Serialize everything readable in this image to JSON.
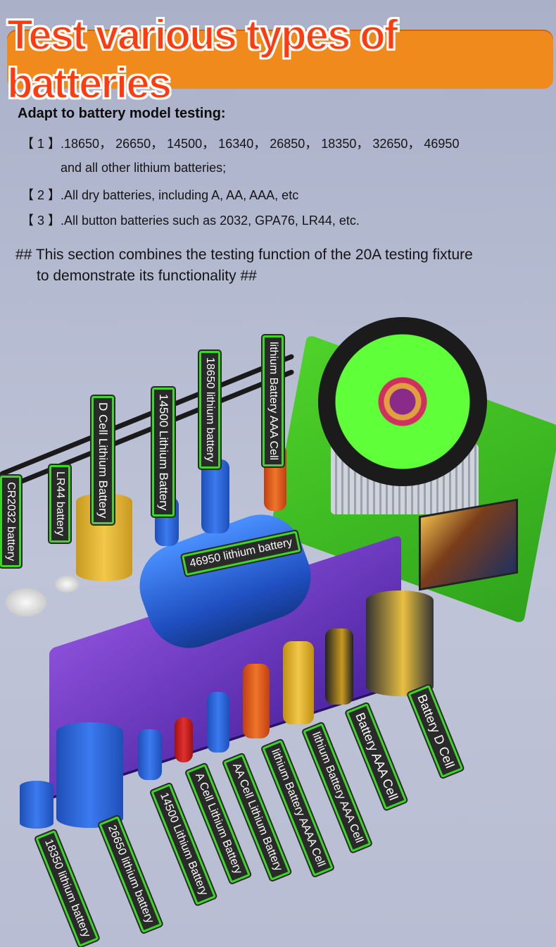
{
  "banner": {
    "title": "Test various types of batteries"
  },
  "intro": {
    "heading": "Adapt to battery model testing:",
    "items": [
      {
        "marker": "【 1 】",
        "text": ".18650， 26650， 14500， 16340， 26850， 18350， 32650， 46950"
      },
      {
        "marker": "",
        "text": "and all other lithium batteries;"
      },
      {
        "marker": "【 2 】",
        "text": ".All dry batteries, including A, AA, AAA, etc"
      },
      {
        "marker": "【 3 】",
        "text": ".All button batteries such as 2032, GPA76, LR44, etc."
      }
    ]
  },
  "note": {
    "line1": "## This section combines the testing function of the 20A testing fixture",
    "line2": "to demonstrate its functionality ##"
  },
  "labels": {
    "cr2032": "CR2032 battery",
    "lr44": "LR44 battery",
    "dcell_lithium": "D Cell Lithium Battery",
    "l14500_top": "14500 Lithium Battery",
    "l18650": "18650 lithium battery",
    "aaa_lithium_top": "lithium Battery AAA Cell",
    "l46950": "46950 lithium battery",
    "l18350": "18350 lithium battery",
    "l26650": "26650 lithium battery",
    "l14500_bottom": "14500 Lithium Battery",
    "a_cell": "A Cell Lithium Battery",
    "aa_cell": "AA Cell Lithium Battery",
    "aaaa_cell": "lithium Battery AAAA Cell",
    "aaa_cell_bottom": "lithium Battery AAA Cell",
    "battery_aaa": "Battery AAA Cell",
    "battery_d": "Battery D Cell"
  },
  "colors": {
    "accent": "#f08a1c",
    "tag_border": "#3dd628",
    "banner_text": "#ff3b12"
  }
}
